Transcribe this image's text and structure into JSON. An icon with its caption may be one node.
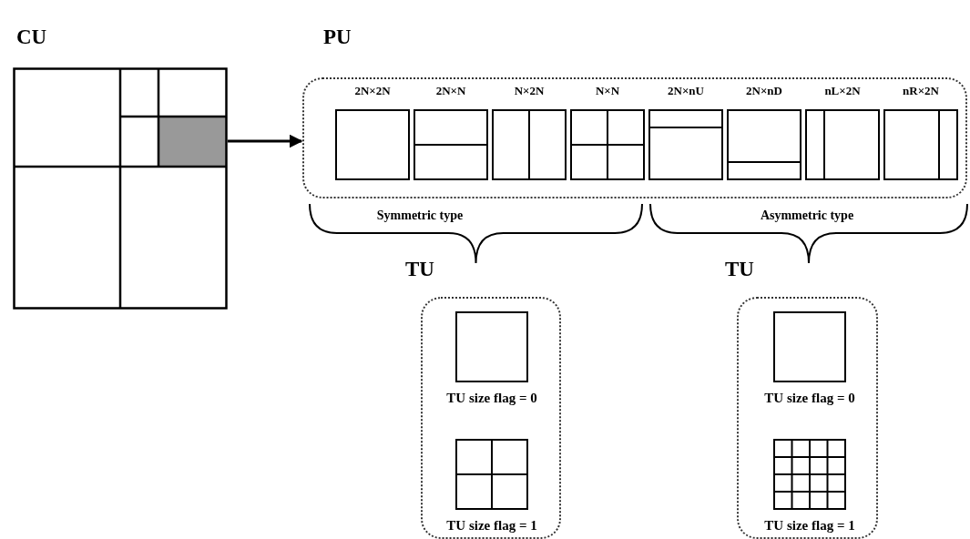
{
  "diagram": {
    "nodes": [
      {
        "text": [
          "CU"
        ]
      },
      {
        "text": [
          "PU"
        ]
      },
      {
        "text": [
          "2N×2N"
        ],
        "in": 1
      },
      {
        "text": [
          "2N×N"
        ],
        "in": 1
      },
      {
        "text": [
          "N×2N"
        ],
        "in": 1
      },
      {
        "text": [
          "N×N"
        ],
        "in": 1
      },
      {
        "text": [
          "2N×nU"
        ],
        "in": 1
      },
      {
        "text": [
          "2N×nD"
        ],
        "in": 1
      },
      {
        "text": [
          "nL×2N"
        ],
        "in": 1
      },
      {
        "text": [
          "nR×2N"
        ],
        "in": 1
      },
      {
        "text": [
          "TU"
        ]
      },
      {
        "text": [
          "TU size flag = 0"
        ],
        "in": 10
      },
      {
        "text": [
          "TU size flag = 1"
        ],
        "in": 10
      },
      {
        "text": [
          "TU"
        ]
      },
      {
        "text": [
          "TU size flag = 0"
        ],
        "in": 13
      },
      {
        "text": [
          "TU size flag = 1"
        ],
        "in": 13
      }
    ],
    "edges": [
      {
        "from": 0,
        "to": 1,
        "arrow": "to"
      }
    ],
    "labels": [
      "Symmetric type",
      "Asymmetric type"
    ]
  }
}
